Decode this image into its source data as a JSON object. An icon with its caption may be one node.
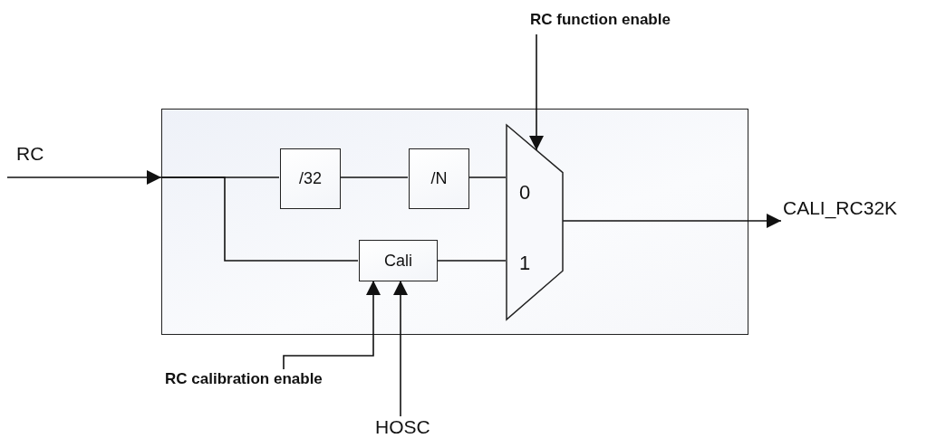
{
  "diagram": {
    "nodes": [
      {
        "text": [],
        "shape": "box"
      },
      {
        "text": [
          "RC"
        ]
      },
      {
        "text": [
          "/32"
        ],
        "in": 0
      },
      {
        "text": [
          "/N"
        ],
        "in": 0
      },
      {
        "text": [
          "0",
          "1"
        ],
        "in": 0
      },
      {
        "text": [
          "Cali"
        ],
        "in": 0
      },
      {
        "text": [
          "RC function enable"
        ]
      },
      {
        "text": [
          "RC calibration enable"
        ]
      },
      {
        "text": [
          "HOSC"
        ]
      },
      {
        "text": [
          "CALI_RC32K"
        ]
      }
    ],
    "edges": [
      {
        "from": 1,
        "to": 0,
        "arrow": "to"
      },
      {
        "from": 0,
        "to": 2,
        "arrow": "none"
      },
      {
        "from": 2,
        "to": 3,
        "arrow": "none"
      },
      {
        "from": 3,
        "to": 4,
        "arrow": "none"
      },
      {
        "from": 0,
        "to": 5,
        "arrow": "none"
      },
      {
        "from": 5,
        "to": 4,
        "arrow": "none"
      },
      {
        "from": 6,
        "to": 4,
        "arrow": "to"
      },
      {
        "from": 7,
        "to": 5,
        "arrow": "to"
      },
      {
        "from": 8,
        "to": 5,
        "arrow": "to"
      },
      {
        "from": 4,
        "to": 9,
        "arrow": "to"
      }
    ]
  }
}
